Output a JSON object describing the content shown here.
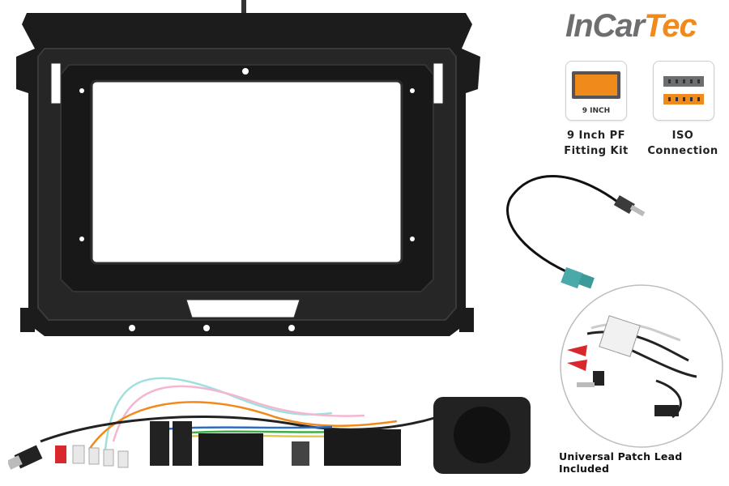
{
  "brand": {
    "part1": "InCar",
    "part2": "Tec",
    "color_grey": "#6d6e70",
    "color_orange": "#ef8a1b"
  },
  "badges": [
    {
      "icon": "screen-fascia-icon",
      "inner_label": "9 INCH",
      "caption_line1": "9 Inch PF",
      "caption_line2": "Fitting Kit"
    },
    {
      "icon": "iso-connector-icon",
      "caption_line1": "ISO",
      "caption_line2": "Connection"
    }
  ],
  "patch_lead": {
    "caption": "Universal Patch Lead Included"
  },
  "colors": {
    "accent": "#ef8a1b",
    "fascia": "#1c1c1c",
    "connector_teal": "#4aa9a9"
  }
}
